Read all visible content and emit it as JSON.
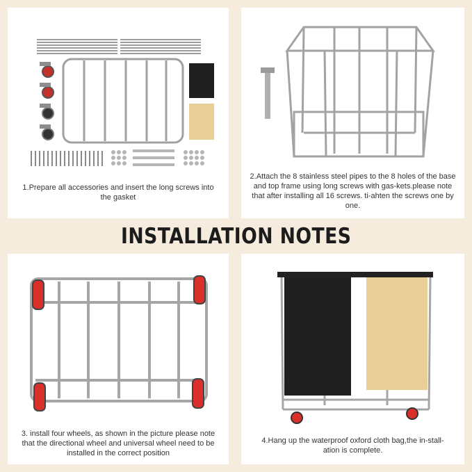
{
  "title": "INSTALLATION NOTES",
  "steps": [
    {
      "id": "step-1",
      "text": "1.Prepare all accessories and insert the long screws into the gasket"
    },
    {
      "id": "step-2",
      "text": "2.Attach the 8 stainless steel pipes to the 8 holes of the base and top frame using long screws with gas-kets.please note that after installing all 16 screws. ti-ahten the screws one by one."
    },
    {
      "id": "step-3",
      "text": "3. install four wheels, as shown in the picture please note that the directional wheel and universal wheel need to be installed in the correct position"
    },
    {
      "id": "step-4",
      "text": "4.Hang up the waterproof oxford cloth bag,the in-stall-ation is complete."
    }
  ],
  "colors": {
    "background": "#f5ecdd",
    "panel": "#ffffff",
    "steel": "#a9a9a9",
    "wheel_red": "#d9302c",
    "bag_black": "#1f1f1f",
    "bag_beige": "#e8cf98"
  }
}
